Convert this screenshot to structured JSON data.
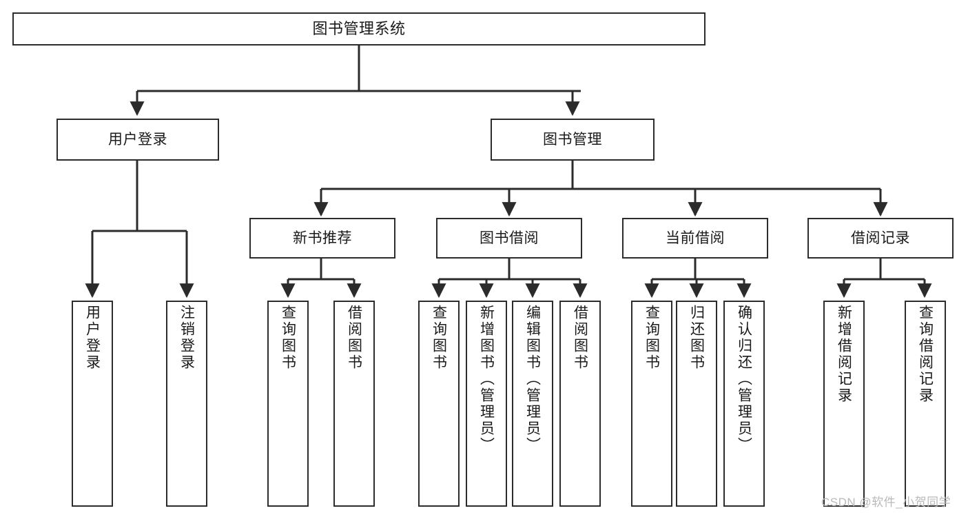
{
  "diagram": {
    "title": "图书管理系统",
    "type": "hierarchy-tree",
    "levels": 4,
    "root": {
      "id": "root",
      "label": "图书管理系统",
      "orientation": "horizontal"
    },
    "level2": [
      {
        "id": "user-login",
        "label": "用户登录",
        "orientation": "horizontal"
      },
      {
        "id": "book-management",
        "label": "图书管理",
        "orientation": "horizontal"
      }
    ],
    "level3": [
      {
        "id": "new-book-recommend",
        "label": "新书推荐",
        "orientation": "horizontal",
        "parent": "book-management"
      },
      {
        "id": "book-borrow",
        "label": "图书借阅",
        "orientation": "horizontal",
        "parent": "book-management"
      },
      {
        "id": "current-borrow",
        "label": "当前借阅",
        "orientation": "horizontal",
        "parent": "book-management"
      },
      {
        "id": "borrow-record",
        "label": "借阅记录",
        "orientation": "horizontal",
        "parent": "book-management"
      }
    ],
    "leaves": [
      {
        "id": "leaf-user-login",
        "label": "用户登录",
        "parent": "user-login"
      },
      {
        "id": "leaf-user-logout",
        "label": "注销登录",
        "parent": "user-login"
      },
      {
        "id": "leaf-query-book-1",
        "label": "查询图书",
        "parent": "new-book-recommend"
      },
      {
        "id": "leaf-borrow-book-1",
        "label": "借阅图书",
        "parent": "new-book-recommend"
      },
      {
        "id": "leaf-query-book-2",
        "label": "查询图书",
        "parent": "book-borrow"
      },
      {
        "id": "leaf-add-book",
        "label": "新增图书（管理员）",
        "parent": "book-borrow"
      },
      {
        "id": "leaf-edit-book",
        "label": "编辑图书（管理员）",
        "parent": "book-borrow"
      },
      {
        "id": "leaf-borrow-book-2",
        "label": "借阅图书",
        "parent": "book-borrow"
      },
      {
        "id": "leaf-query-book-3",
        "label": "查询图书",
        "parent": "current-borrow"
      },
      {
        "id": "leaf-return-book",
        "label": "归还图书",
        "parent": "current-borrow"
      },
      {
        "id": "leaf-confirm-return",
        "label": "确认归还（管理员）",
        "parent": "current-borrow"
      },
      {
        "id": "leaf-add-record",
        "label": "新增借阅记录",
        "parent": "borrow-record"
      },
      {
        "id": "leaf-query-record",
        "label": "查询借阅记录",
        "parent": "borrow-record"
      }
    ],
    "watermark": "CSDN @软件_小贺同学",
    "colors": {
      "box_border": "#2b2b2b",
      "box_fill": "#ffffff",
      "connector": "#2b2b2b",
      "text": "#1a1a1a",
      "watermark": "#b9b9b9",
      "background": "#ffffff"
    }
  }
}
